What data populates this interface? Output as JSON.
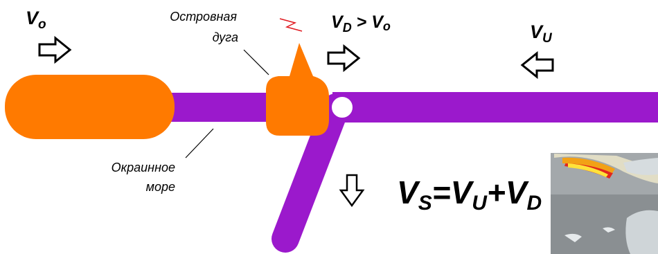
{
  "colors": {
    "plate_orange": "#ff7a00",
    "slab_purple": "#9b19cc",
    "arrow_stroke": "#000000",
    "stress_red": "#e0191f",
    "background": "#ffffff"
  },
  "labels": {
    "island_arc": [
      "Островная",
      "дуга"
    ],
    "marginal_sea": [
      "Окраинное",
      "море"
    ]
  },
  "velocities": {
    "v0": {
      "main": "V",
      "sub": "o"
    },
    "vd_gt_v0": {
      "main1": "V",
      "sub1": "D",
      "op": " > ",
      "main2": "V",
      "sub2": "o"
    },
    "vu": {
      "main": "V",
      "sub": "U"
    },
    "formula": {
      "vs_main": "V",
      "vs_sub": "S",
      "eq": "=",
      "vu_main": "V",
      "vu_sub": "U",
      "plus": "+",
      "vd_main": "V",
      "vd_sub": "D"
    }
  },
  "icons": {
    "arrow_right_1": "arrow-right-icon",
    "arrow_right_2": "arrow-right-icon",
    "arrow_left": "arrow-left-icon",
    "arrow_down": "arrow-down-icon",
    "stress": "zigzag-icon"
  }
}
